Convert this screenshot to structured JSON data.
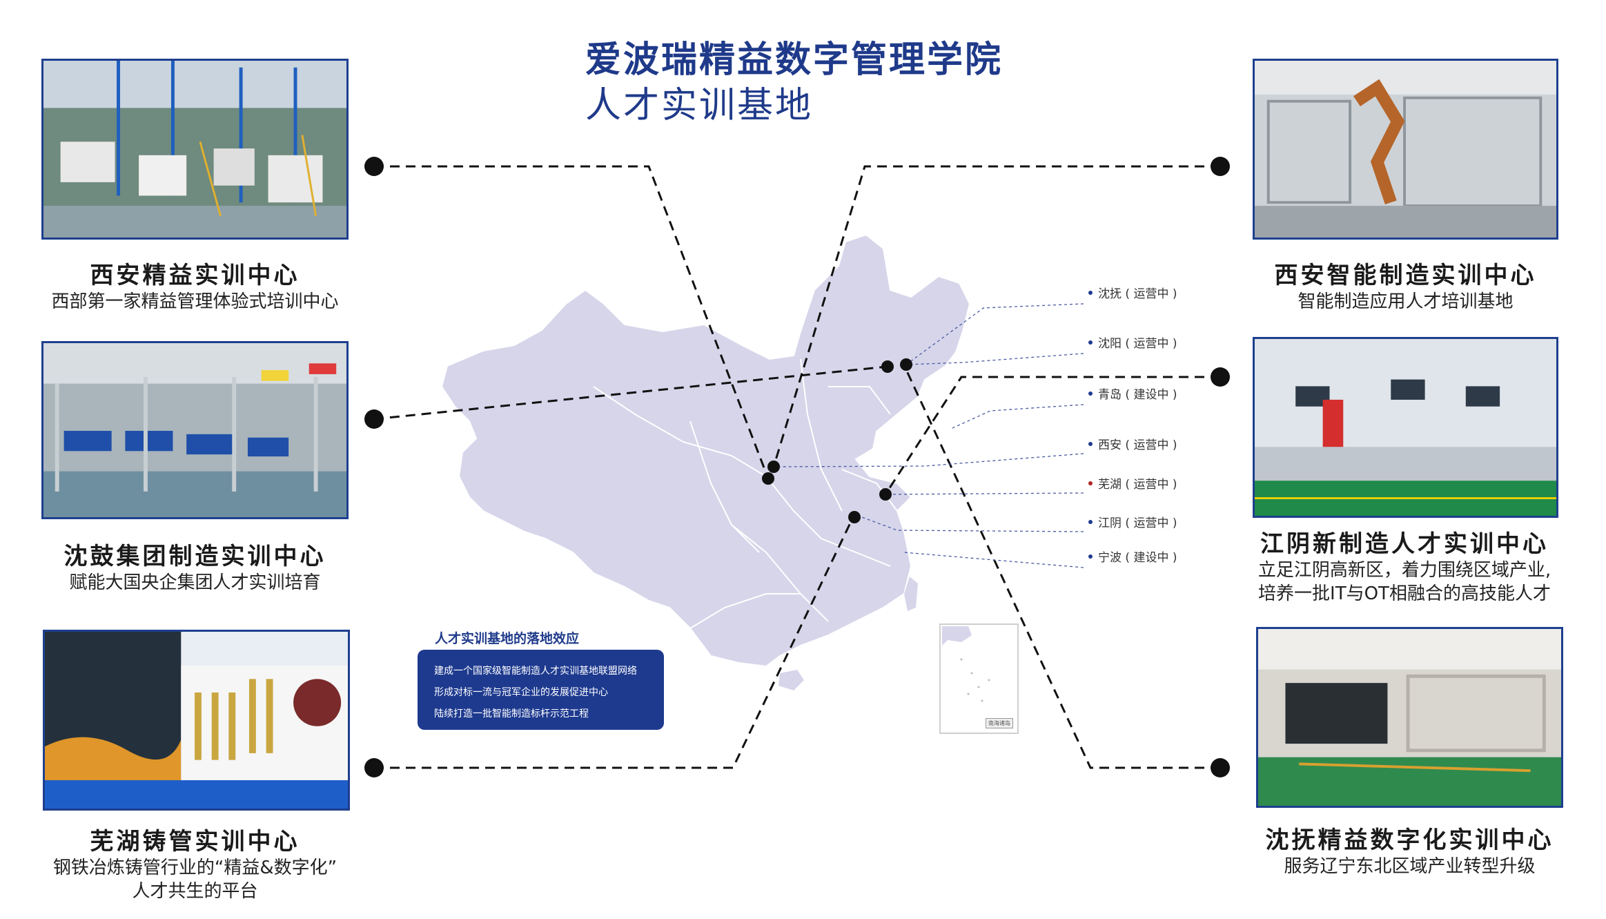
{
  "header": {
    "title_line1": "爱波瑞精益数字管理学院",
    "title_line2": "人才实训基地"
  },
  "centers": [
    {
      "title": "西安精益实训中心",
      "desc": [
        "西部第一家精益管理体验式培训中心"
      ]
    },
    {
      "title": "沈鼓集团制造实训中心",
      "desc": [
        "赋能大国央企集团人才实训培育"
      ]
    },
    {
      "title": "芜湖铸管实训中心",
      "desc": [
        "钢铁冶炼铸管行业的“精益&数字化”",
        "人才共生的平台"
      ]
    },
    {
      "title": "西安智能制造实训中心",
      "desc": [
        "智能制造应用人才培训基地"
      ]
    },
    {
      "title": "江阴新制造人才实训中心",
      "desc": [
        "立足江阴高新区，着力围绕区域产业,",
        "培养一批IT与OT相融合的高技能人才"
      ]
    },
    {
      "title": "沈抚精益数字化实训中心",
      "desc": [
        "服务辽宁东北区域产业转型升级"
      ]
    }
  ],
  "legend": [
    {
      "label": "沈抚 ( 运营中 )",
      "color": "#1e3a8f"
    },
    {
      "label": "沈阳 ( 运营中 )",
      "color": "#1e3a8f"
    },
    {
      "label": "青岛 ( 建设中 )",
      "color": "#1e3a8f"
    },
    {
      "label": "西安 ( 运营中 )",
      "color": "#1e3a8f"
    },
    {
      "label": "芜湖 ( 运营中 )",
      "color": "#b22222"
    },
    {
      "label": "江阴 ( 运营中 )",
      "color": "#1e3a8f"
    },
    {
      "label": "宁波 ( 建设中 )",
      "color": "#1e3a8f"
    }
  ],
  "effect": {
    "title": "人才实训基地的落地效应",
    "lines": [
      "建成一个国家级智能制造人才实训基地联盟网络",
      "形成对标一流与冠军企业的发展促进中心",
      "陆续打造一批智能制造标杆示范工程"
    ]
  },
  "inset_label": "南海诸岛",
  "colors": {
    "brand_blue": "#1f3a8a",
    "map_fill": "#d6d5ea",
    "effect_box": "#1e3a8f"
  }
}
